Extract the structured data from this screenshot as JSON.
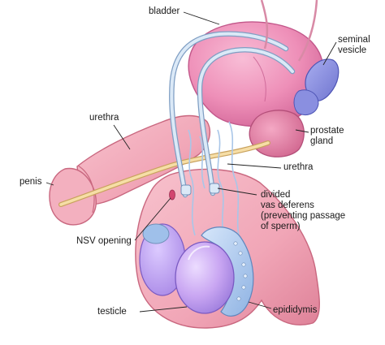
{
  "labels": {
    "bladder": "bladder",
    "seminal_vesicle": [
      "seminal",
      "vesicle"
    ],
    "urethra_upper": "urethra",
    "prostate_gland": [
      "prostate",
      "gland"
    ],
    "urethra_lower": "urethra",
    "penis": "penis",
    "divided_vas_deferens": [
      "divided",
      "vas deferens",
      "(preventing passage",
      "of sperm)"
    ],
    "nsv_opening": "NSV opening",
    "testicle": "testicle",
    "epididymis": "epididymis"
  },
  "colors": {
    "skin": "#f2a9b8",
    "skin_dark": "#d9788f",
    "bladder": "#ec8fb6",
    "prostate": "#e0789e",
    "seminal_vesicle": "#8a8fe0",
    "vas_deferens": "#c9dcef",
    "urethra": "#f3d79a",
    "testicle": "#c7a4ef",
    "epididymis": "#aac8ee",
    "leader_line": "#222222"
  }
}
